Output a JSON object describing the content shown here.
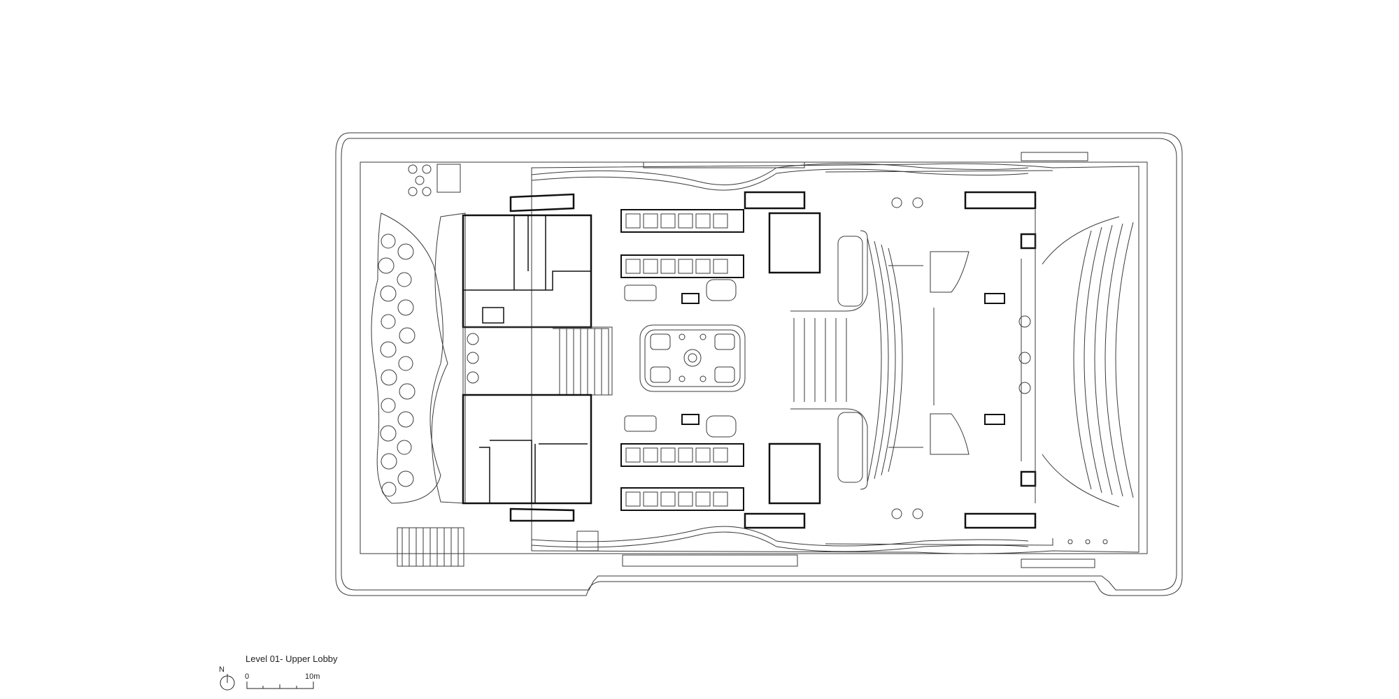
{
  "drawing": {
    "title": "Level 01- Upper Lobby",
    "north_label": "N",
    "scale_start": "0",
    "scale_end": "10m"
  },
  "colors": {
    "line": "#3a3a3a",
    "wall": "#111111",
    "background": "#ffffff"
  }
}
